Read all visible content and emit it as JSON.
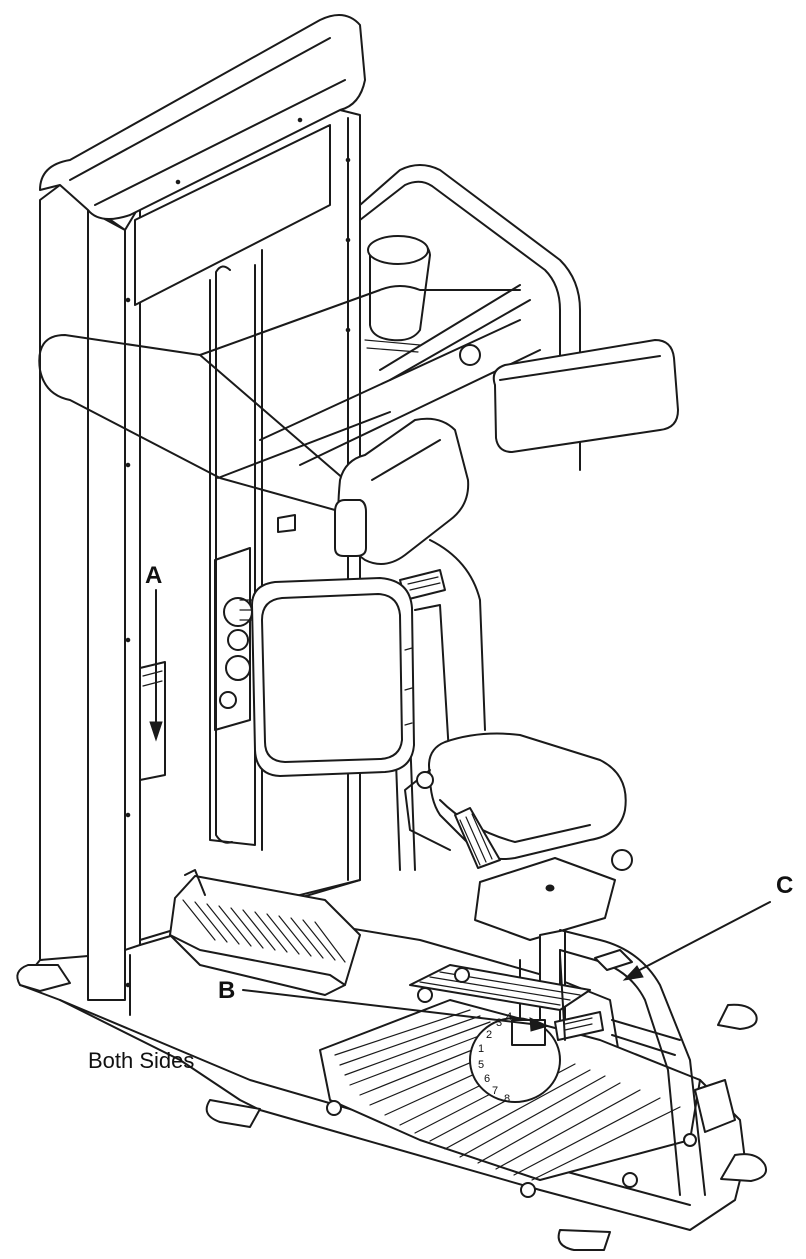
{
  "callouts": {
    "a": {
      "letter": "A"
    },
    "b": {
      "letter": "B"
    },
    "c": {
      "letter": "C"
    }
  },
  "note": {
    "text": "Both Sides"
  },
  "dial": {
    "numbers": [
      "1",
      "2",
      "3",
      "4",
      "5",
      "6",
      "7",
      "8"
    ]
  },
  "colors": {
    "line": "#1a1a1a",
    "background": "#ffffff"
  }
}
